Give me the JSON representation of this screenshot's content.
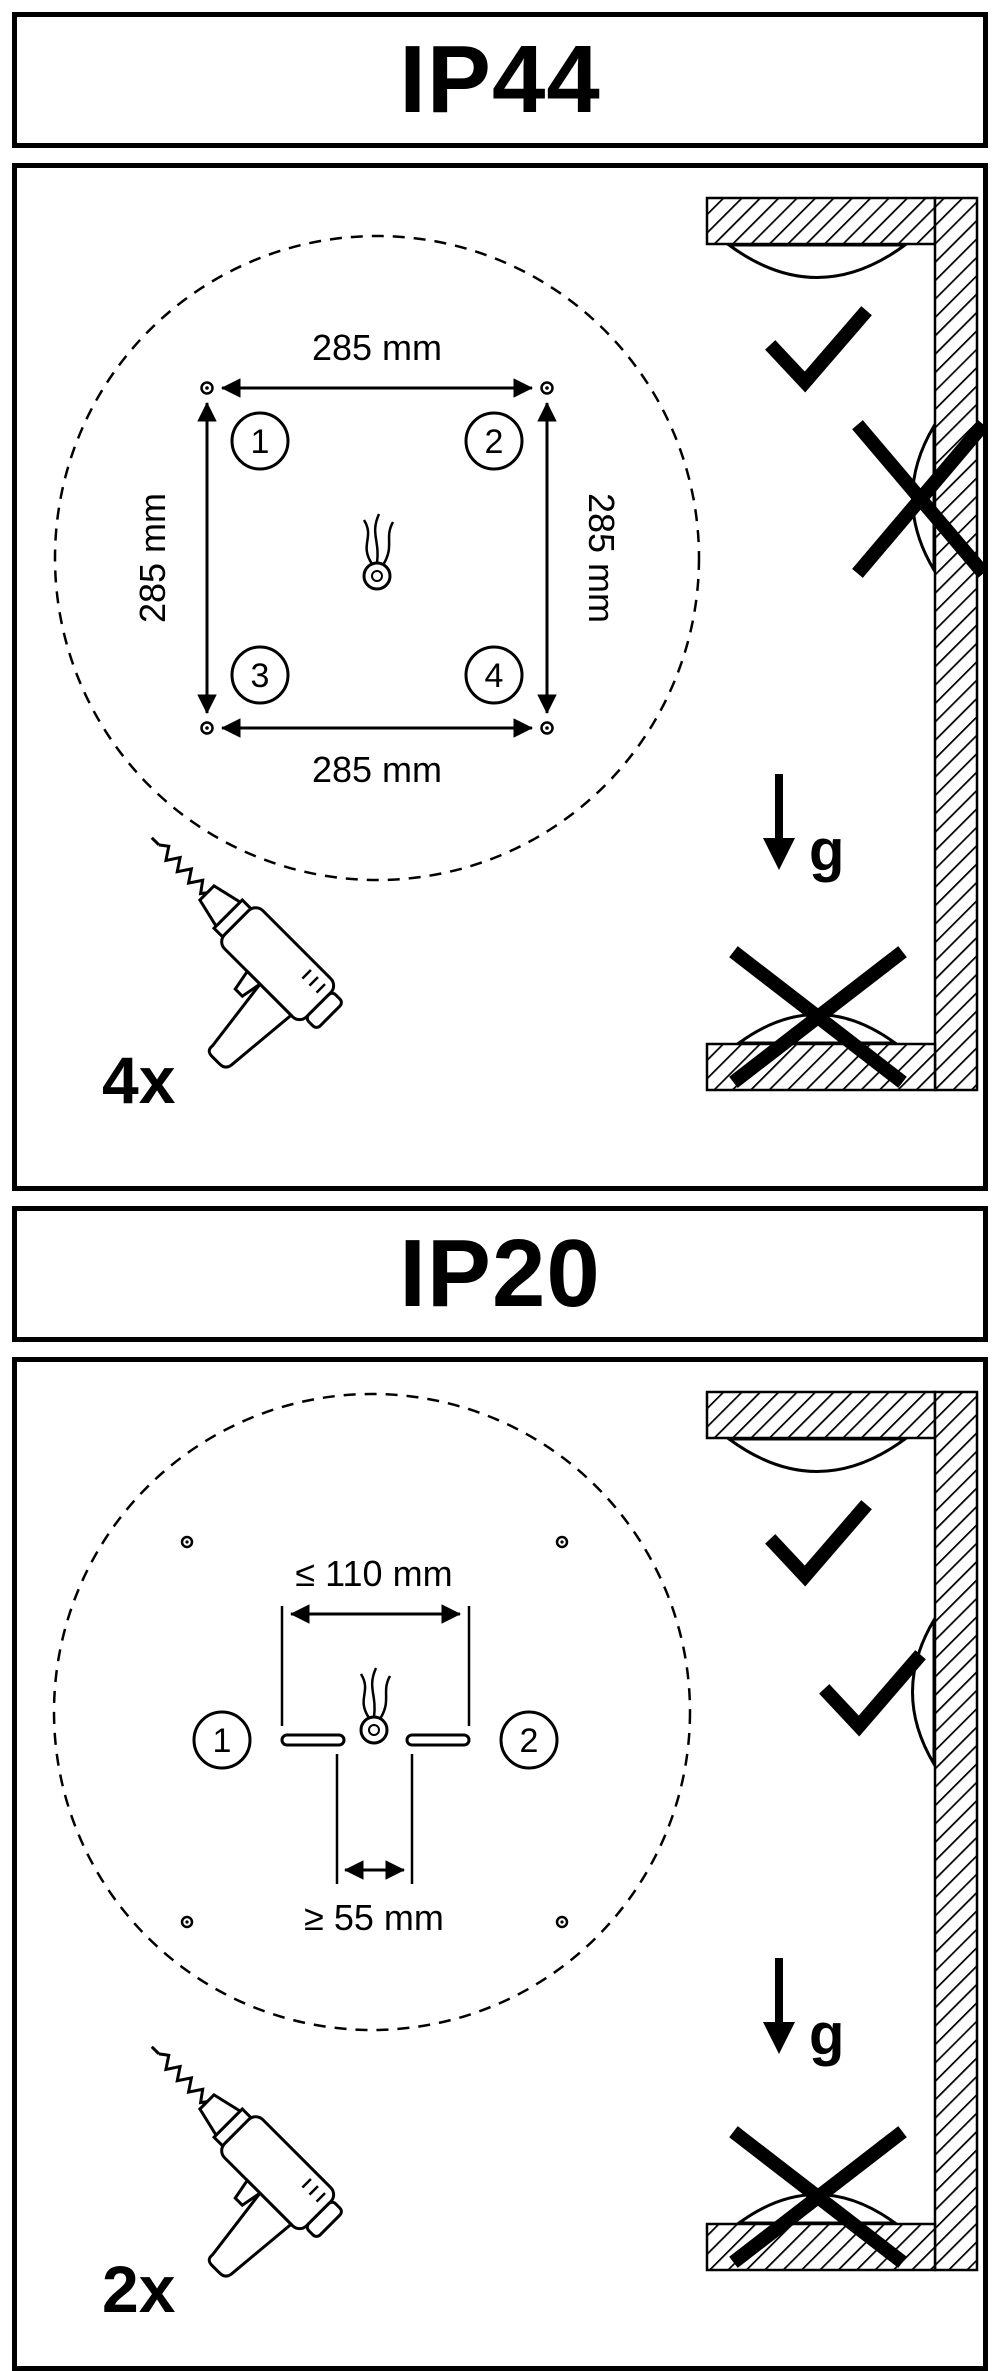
{
  "ip44": {
    "title": "IP44",
    "drill_count": "4x",
    "gravity_label": "g",
    "dim_top": "285 mm",
    "dim_bottom": "285 mm",
    "dim_left": "285 mm",
    "dim_right": "285 mm",
    "holes": [
      "1",
      "2",
      "3",
      "4"
    ]
  },
  "ip20": {
    "title": "IP20",
    "drill_count": "2x",
    "gravity_label": "g",
    "dim_top": "≤ 110 mm",
    "dim_bottom": "≥ 55 mm",
    "holes": [
      "1",
      "2"
    ]
  }
}
